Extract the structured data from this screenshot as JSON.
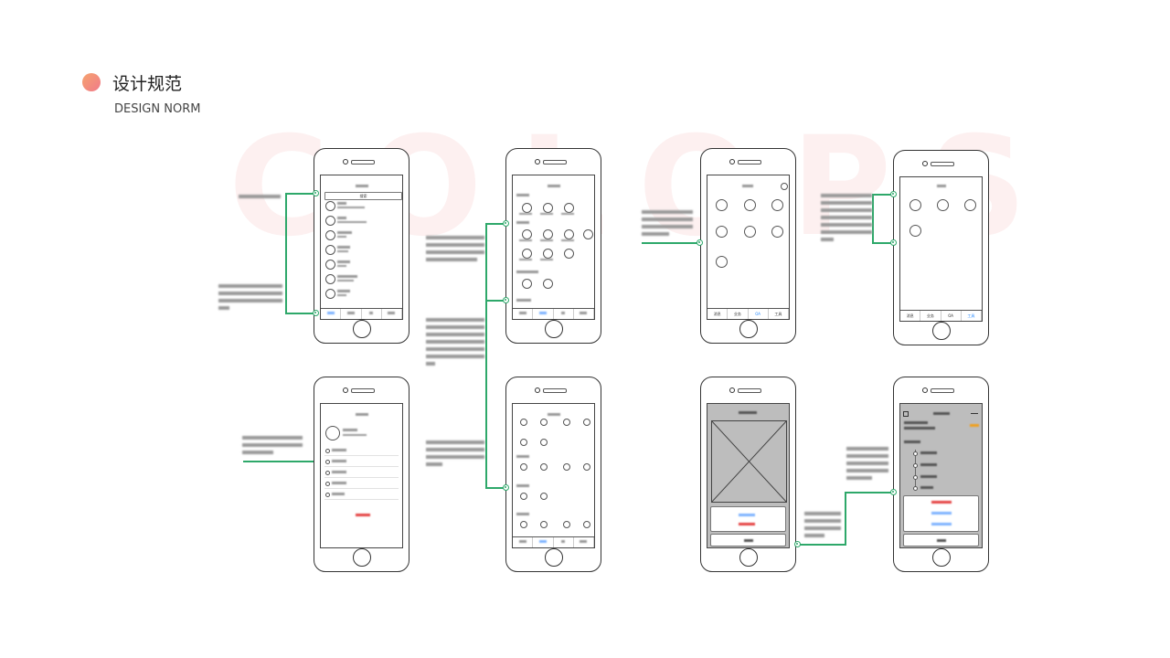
{
  "header": {
    "title": "设计规范",
    "subtitle": "DESIGN NORM"
  },
  "screens": {
    "contacts": {
      "search_label": "搜索"
    },
    "tabs_a": [
      "消息",
      "业务",
      "OA",
      "工具"
    ]
  },
  "colors": {
    "connector": "#2ea86a",
    "accent_blue": "#2a8cff",
    "danger_red": "#e54545",
    "orange": "#f0a020"
  }
}
